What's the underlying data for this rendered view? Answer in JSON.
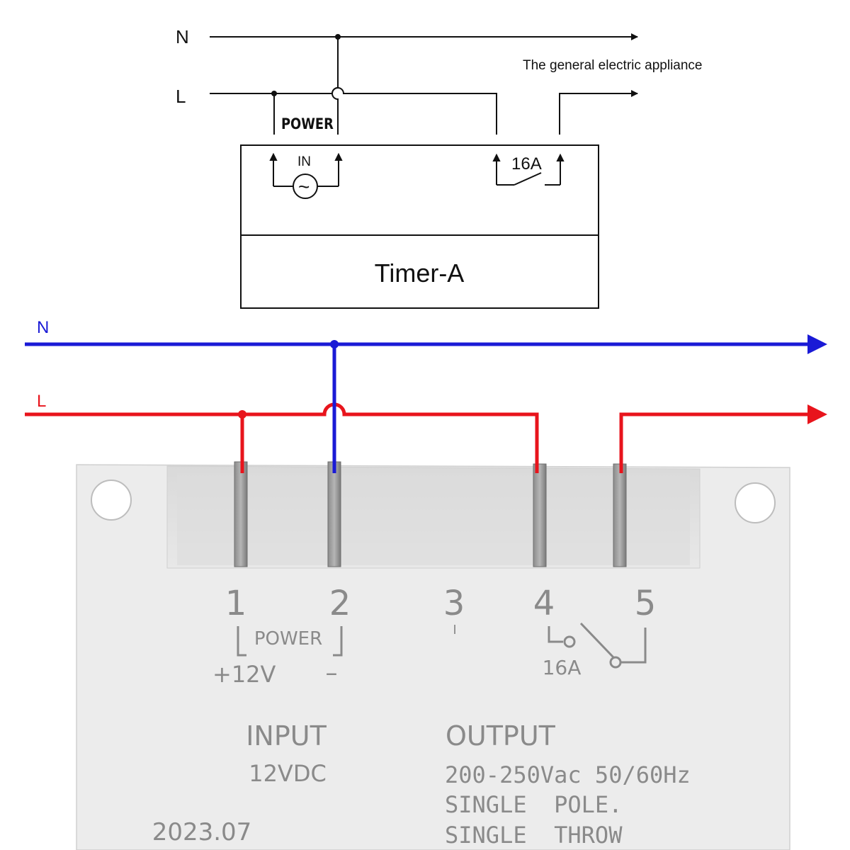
{
  "schematic": {
    "neutral_label": "N",
    "live_label": "L",
    "appliance_label": "The general electric appliance",
    "power_label": "POWER",
    "input_label": "IN",
    "ac_symbol": "~",
    "relay_rating": "16A",
    "device_name": "Timer-A"
  },
  "wiring": {
    "neutral_label": "N",
    "live_label": "L",
    "neutral_color": "#1a1ad6",
    "live_color": "#e8141c"
  },
  "device": {
    "terminals": [
      "1",
      "2",
      "3",
      "4",
      "5"
    ],
    "power_label": "POWER",
    "plus_voltage": "+12V",
    "minus_sign": "–",
    "terminal3_mark": "I",
    "relay_rating": "16A",
    "input_title": "INPUT",
    "input_spec": "12VDC",
    "output_title": "OUTPUT",
    "output_spec": [
      "200-250Vac 50/60Hz",
      "SINGLE  POLE.",
      "SINGLE  THROW"
    ],
    "date_code": "2023.07"
  }
}
